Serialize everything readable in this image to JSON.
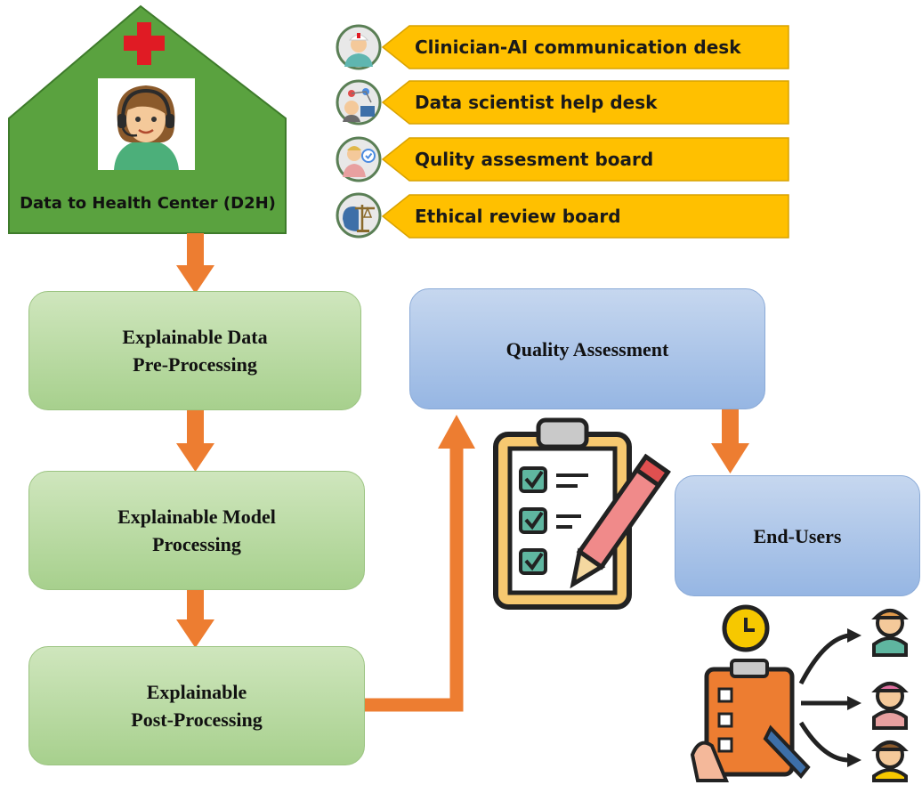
{
  "hub": {
    "label": "Data to Health Center (D2H)",
    "icons": [
      "red-cross-icon",
      "call-center-agent-icon"
    ]
  },
  "desks": [
    {
      "label": "Clinician-AI communication desk",
      "icon": "nurse-avatar-icon"
    },
    {
      "label": "Data scientist help desk",
      "icon": "data-scientist-avatar-icon"
    },
    {
      "label": "Qulity assesment board",
      "icon": "quality-reviewer-avatar-icon"
    },
    {
      "label": "Ethical review board",
      "icon": "ethics-scale-brain-icon"
    }
  ],
  "steps": {
    "preprocessing": "Explainable Data\nPre-Processing",
    "model": "Explainable Model\nProcessing",
    "postprocessing": "Explainable\nPost-Processing",
    "quality": "Quality Assessment",
    "endusers": "End-Users"
  },
  "colors": {
    "hub_green": "#5aa23f",
    "step_green": "#b9db9f",
    "step_blue": "#a9c4ea",
    "arrow_orange": "#ed7d31",
    "tag_yellow": "#ffc000",
    "cross_red": "#e01b24"
  },
  "illustrations": [
    "clipboard-checklist-pencil-icon",
    "user-distribution-icon"
  ]
}
